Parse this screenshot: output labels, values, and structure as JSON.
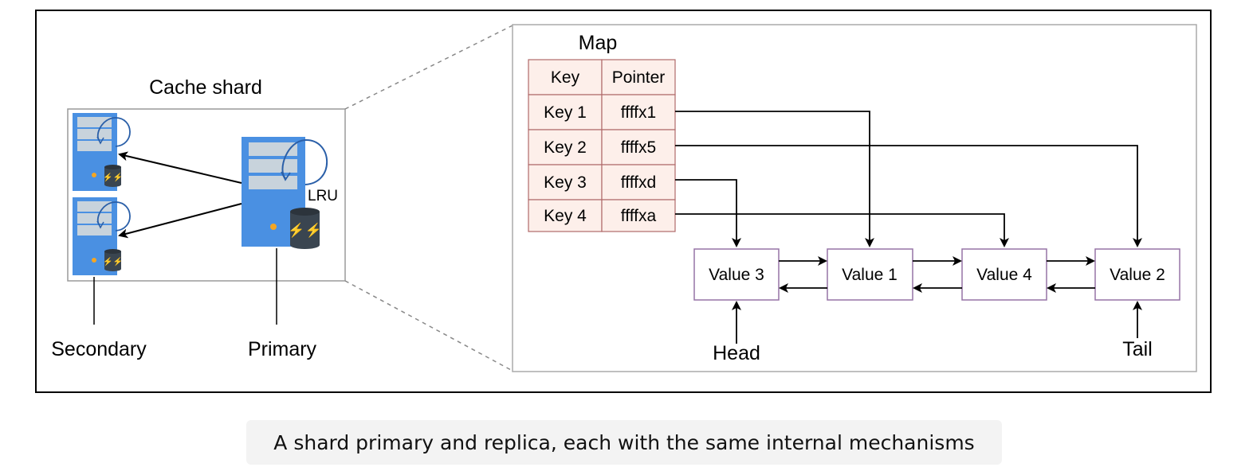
{
  "left": {
    "shard_title": "Cache shard",
    "lru_label": "LRU",
    "secondary_label": "Secondary",
    "primary_label": "Primary"
  },
  "map": {
    "title": "Map",
    "header": [
      "Key",
      "Pointer"
    ],
    "rows": [
      {
        "key": "Key 1",
        "pointer": "ffffx1"
      },
      {
        "key": "Key 2",
        "pointer": "ffffx5"
      },
      {
        "key": "Key 3",
        "pointer": "ffffxd"
      },
      {
        "key": "Key 4",
        "pointer": "ffffxa"
      }
    ]
  },
  "list": {
    "nodes": [
      "Value 3",
      "Value 1",
      "Value 4",
      "Value 2"
    ],
    "head_label": "Head",
    "tail_label": "Tail"
  },
  "caption": "A shard primary and replica, each with the same internal mechanisms",
  "colors": {
    "server_blue": "#4a90e2",
    "slot_gray": "#c8d3dc",
    "db_dark": "#3a4550",
    "led_orange": "#f5a623",
    "map_fill": "#fdefea",
    "map_border": "#b06a6a",
    "node_border": "#9673a6"
  }
}
